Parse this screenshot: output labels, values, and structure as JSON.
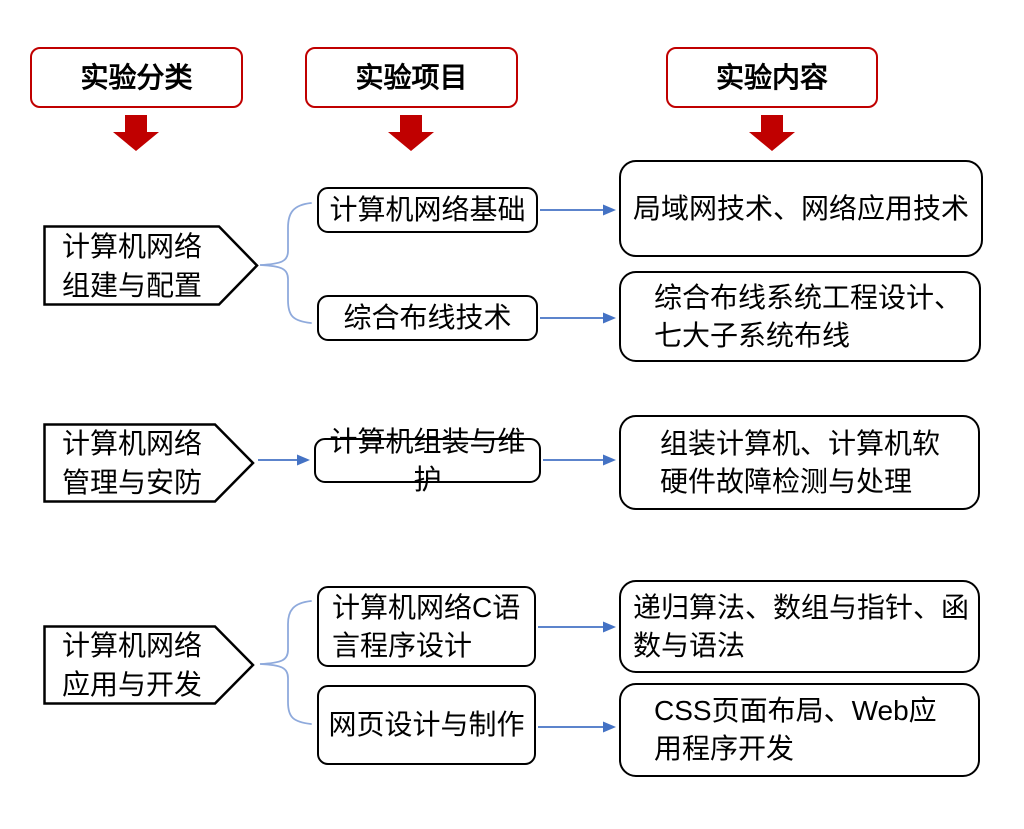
{
  "colors": {
    "header_border_red": "#C00000",
    "down_arrow_red": "#C00000",
    "connector_arrow_blue": "#4472C4",
    "brace_blue": "#8FAADC",
    "box_border_black": "#000000",
    "background": "#FFFFFF"
  },
  "column_headers": [
    {
      "label": "实验分类"
    },
    {
      "label": "实验项目"
    },
    {
      "label": "实验内容"
    }
  ],
  "groups": [
    {
      "category": "计算机网络\n组建与配置",
      "projects": [
        {
          "name": "计算机网络基础",
          "content": "局域网技术、网络应用技术"
        },
        {
          "name": "综合布线技术",
          "content": "综合布线系统工程设计、\n七大子系统布线"
        }
      ]
    },
    {
      "category": "计算机网络\n管理与安防",
      "projects": [
        {
          "name": "计算机组装与维护",
          "content": "组装计算机、计算机软\n硬件故障检测与处理"
        }
      ]
    },
    {
      "category": "计算机网络\n应用与开发",
      "projects": [
        {
          "name": "计算机网络C语\n言程序设计",
          "content": "递归算法、数组与指针、函\n数与语法"
        },
        {
          "name": "网页设计与制作",
          "content": "CSS页面布局、Web应\n用程序开发"
        }
      ]
    }
  ]
}
